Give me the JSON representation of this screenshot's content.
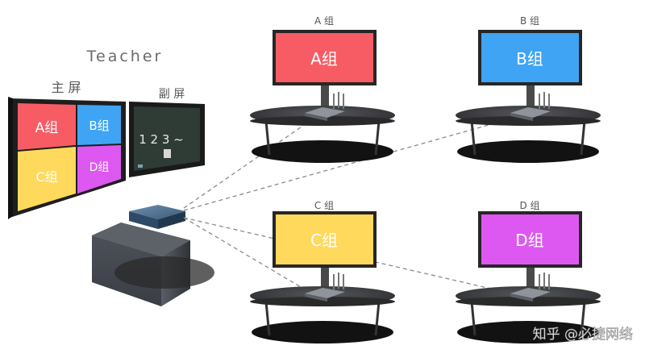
{
  "teacher": {
    "title": "Teacher",
    "main_screen_label": "主 屏",
    "sub_screen_label": "副 屏",
    "quadrants": [
      "A组",
      "B组",
      "C组",
      "D组"
    ],
    "board_writing": "1 2 3 ~"
  },
  "groups": [
    {
      "caption": "A 组",
      "screen_text": "A组",
      "color": "#f75c64"
    },
    {
      "caption": "B 组",
      "screen_text": "B组",
      "color": "#3fa4f4"
    },
    {
      "caption": "C 组",
      "screen_text": "C组",
      "color": "#fed95b"
    },
    {
      "caption": "D 组",
      "screen_text": "D组",
      "color": "#dd58f0"
    }
  ],
  "colors": {
    "a": "#f75c64",
    "b": "#3fa4f4",
    "c": "#fed95b",
    "d": "#dd58f0",
    "board": "#2f3b35",
    "table": "#3a3a3c",
    "bezel": "#262626"
  },
  "watermark": "知乎 @必捷网络"
}
